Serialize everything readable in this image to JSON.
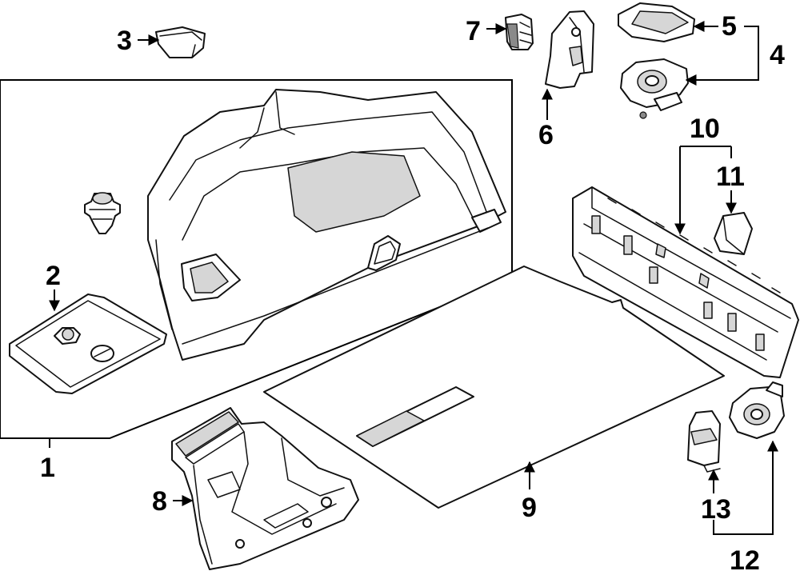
{
  "callouts": [
    {
      "id": "c1",
      "label": "1"
    },
    {
      "id": "c2",
      "label": "2"
    },
    {
      "id": "c3",
      "label": "3"
    },
    {
      "id": "c4",
      "label": "4"
    },
    {
      "id": "c5",
      "label": "5"
    },
    {
      "id": "c6",
      "label": "6"
    },
    {
      "id": "c7",
      "label": "7"
    },
    {
      "id": "c8",
      "label": "8"
    },
    {
      "id": "c9",
      "label": "9"
    },
    {
      "id": "c10",
      "label": "10"
    },
    {
      "id": "c11",
      "label": "11"
    },
    {
      "id": "c12",
      "label": "12"
    },
    {
      "id": "c13",
      "label": "13"
    }
  ],
  "colors": {
    "line": "#111111",
    "background": "#ffffff",
    "shade": "#d6d6d6"
  }
}
